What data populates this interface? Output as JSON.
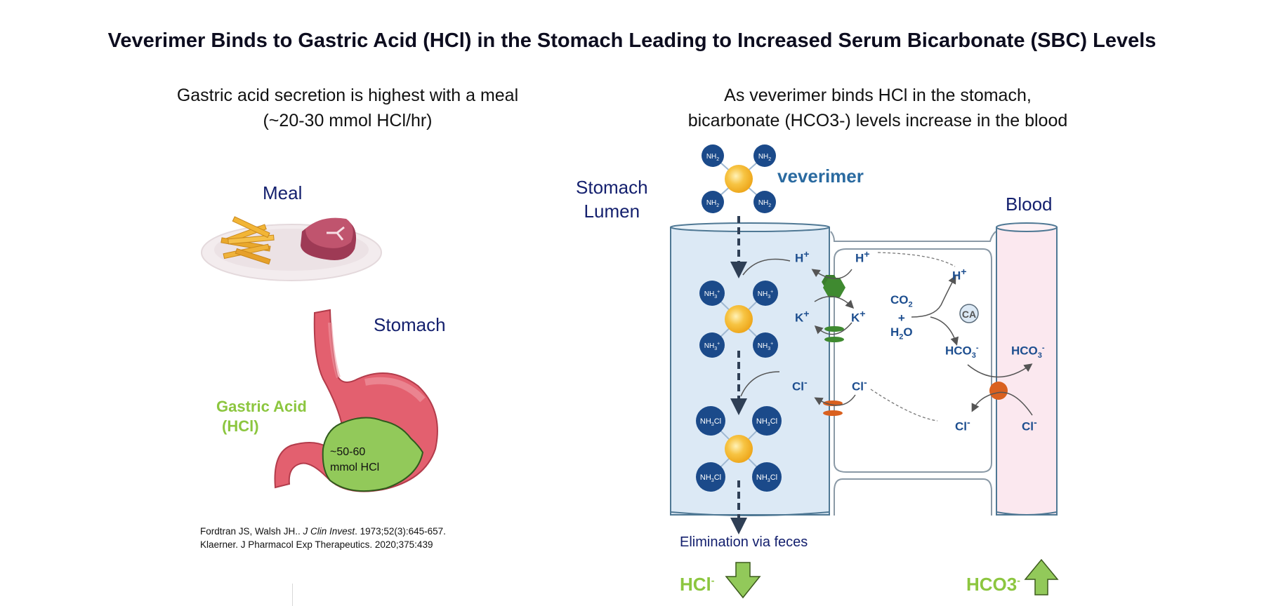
{
  "title": "Veverimer Binds to Gastric Acid (HCl) in the Stomach Leading to Increased Serum Bicarbonate (SBC) Levels",
  "left_panel": {
    "subtitle_line1": "Gastric acid secretion is highest with a meal",
    "subtitle_line2": "(~20-30 mmol HCl/hr)",
    "meal_label": "Meal",
    "stomach_label": "Stomach",
    "acid_label_line1": "Gastric Acid",
    "acid_label_line2": "(HCl)",
    "acid_amount_line1": "~50-60",
    "acid_amount_line2": "mmol HCl",
    "references": {
      "ref1_authors": "Fordtran JS, Walsh JH.. ",
      "ref1_journal": "J Clin Invest",
      "ref1_rest": ". 1973;52(3):645-657.",
      "ref2": "Klaerner. J Pharmacol Exp Therapeutics. 2020;375:439"
    }
  },
  "right_panel": {
    "subtitle_line1": "As veverimer binds HCl in the stomach,",
    "subtitle_line2": "bicarbonate (HCO3-) levels increase in the blood",
    "stomach_lumen_line1": "Stomach",
    "stomach_lumen_line2": "Lumen",
    "veverimer_label": "veverimer",
    "blood_label": "Blood",
    "molecule_groups": {
      "free": "NH2",
      "protonated": "NH3+",
      "bound": "NH3Cl"
    },
    "ions": {
      "h_plus": "H",
      "k_plus": "K",
      "cl_minus": "Cl",
      "co2": "CO",
      "plus": "+",
      "h2o": "H",
      "hco3": "HCO",
      "ca": "CA"
    },
    "elimination_label": "Elimination via feces",
    "hcl_result": "HCl",
    "hco3_result": "HCO3",
    "hcl_direction": "down",
    "hco3_direction": "up"
  },
  "colors": {
    "title": "#0d0d1f",
    "navy_label": "#14206e",
    "acid_green": "#8cc63f",
    "ion_blue": "#1d4e8f",
    "node_blue": "#1b4a8a",
    "core_yellow": "#f5b82e",
    "lumen_fill": "#dce9f5",
    "blood_fill": "#fbe8ef",
    "pump_green": "#3a7d2c",
    "exchanger_orange": "#d9601f"
  }
}
